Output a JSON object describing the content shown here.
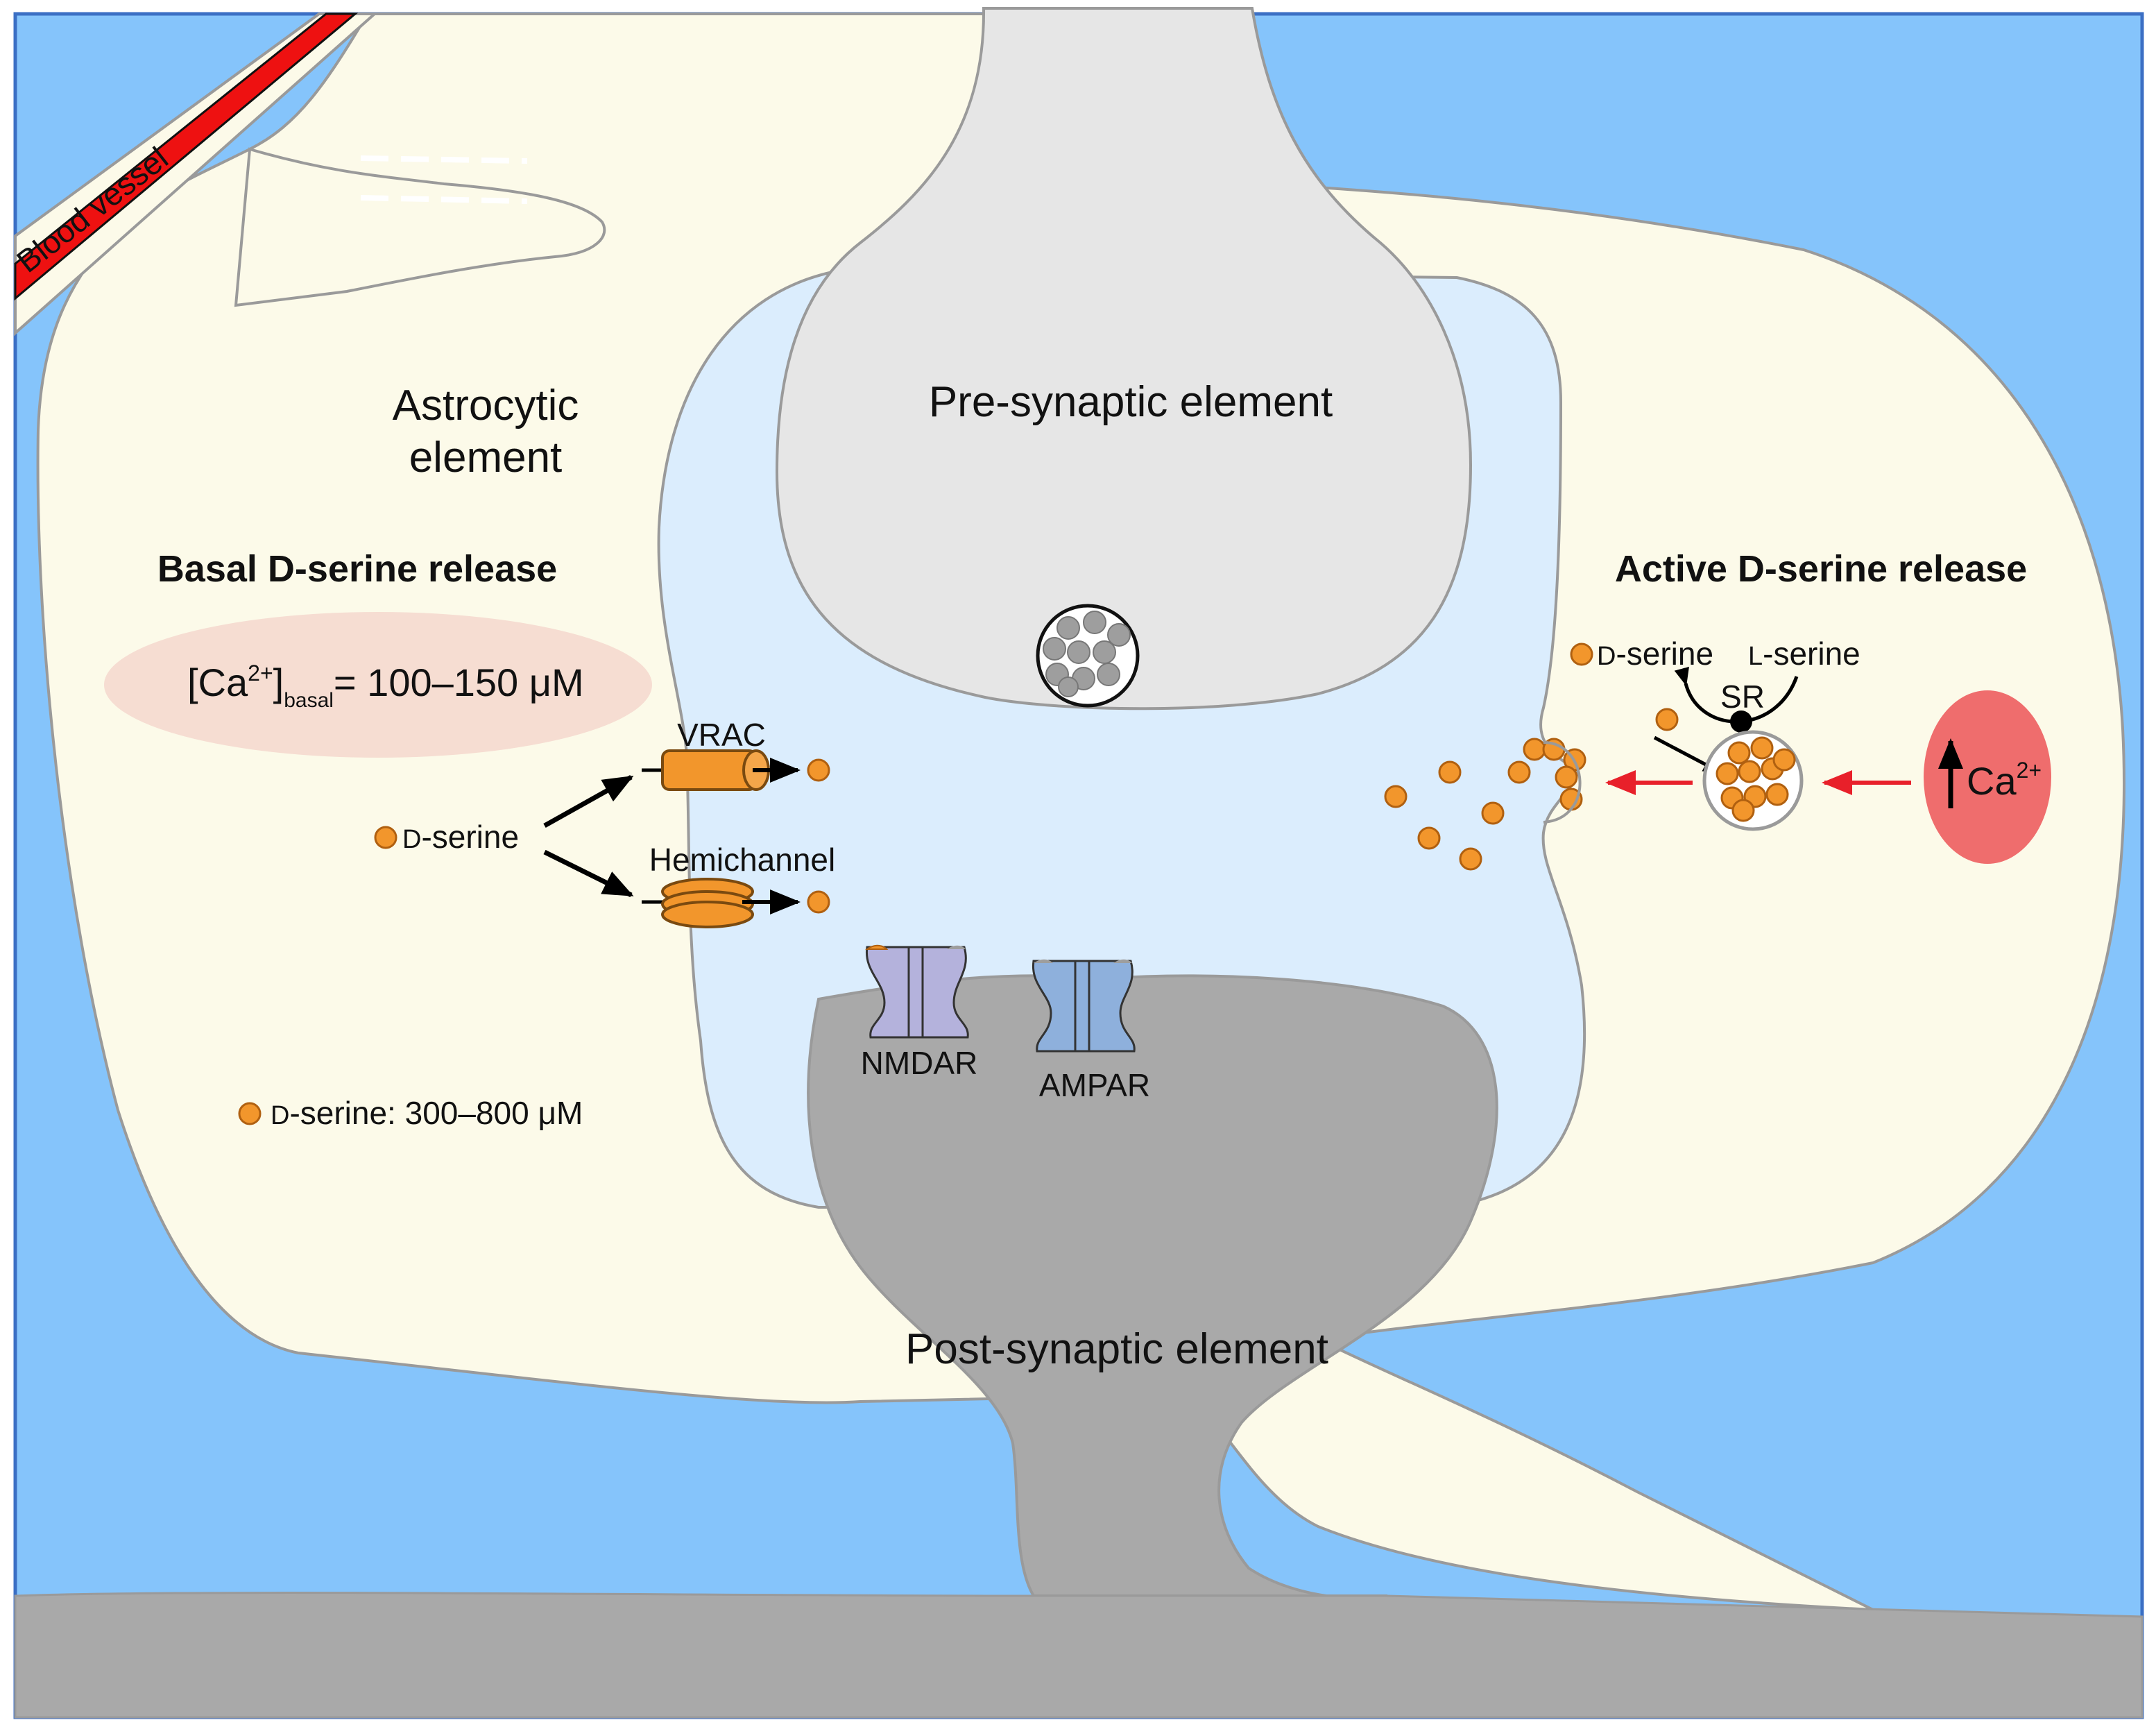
{
  "labels": {
    "blood_vessel": "Blood vessel",
    "astrocytic_line1": "Astrocytic",
    "astrocytic_line2": "element",
    "presynaptic": "Pre-synaptic element",
    "postsynaptic": "Post-synaptic element",
    "basal_title": "Basal D-serine release",
    "active_title": "Active D-serine release",
    "ca_basal_open": "[Ca",
    "ca_basal_sup": "2+",
    "ca_basal_close": "]",
    "ca_basal_sub": "basal",
    "ca_basal_value": "= 100–150 μM",
    "d_prefix": "D",
    "serine_suffix": "-serine",
    "dserine_conc_suffix": "-serine: 300–800 μM",
    "l_prefix": "L",
    "vrac": "VRAC",
    "hemichannel": "Hemichannel",
    "sr": "SR",
    "nmdar": "NMDAR",
    "ampar": "AMPAR",
    "ca": "Ca",
    "ca_sup": "2+"
  },
  "colors": {
    "extracellular": "#85c4fb",
    "frame_border": "#3b6fc4",
    "astrocyte": "#fcfae9",
    "cleft": "#dbedfd",
    "presynaptic": "#e6e6e6",
    "postsynaptic": "#a9a9a9",
    "dserine": "#f2962c",
    "blood": "#ee1111",
    "basal_ellipse": "#f6ddd2",
    "calcium": "#ef6d6d",
    "nmdar": "#b4b2dc",
    "ampar": "#8eb0dc",
    "red_arrow": "#e8202a"
  },
  "icons": {
    "arrow": "arrow-icon",
    "vesicle": "vesicle-icon",
    "dserine": "dserine-dot-icon"
  }
}
